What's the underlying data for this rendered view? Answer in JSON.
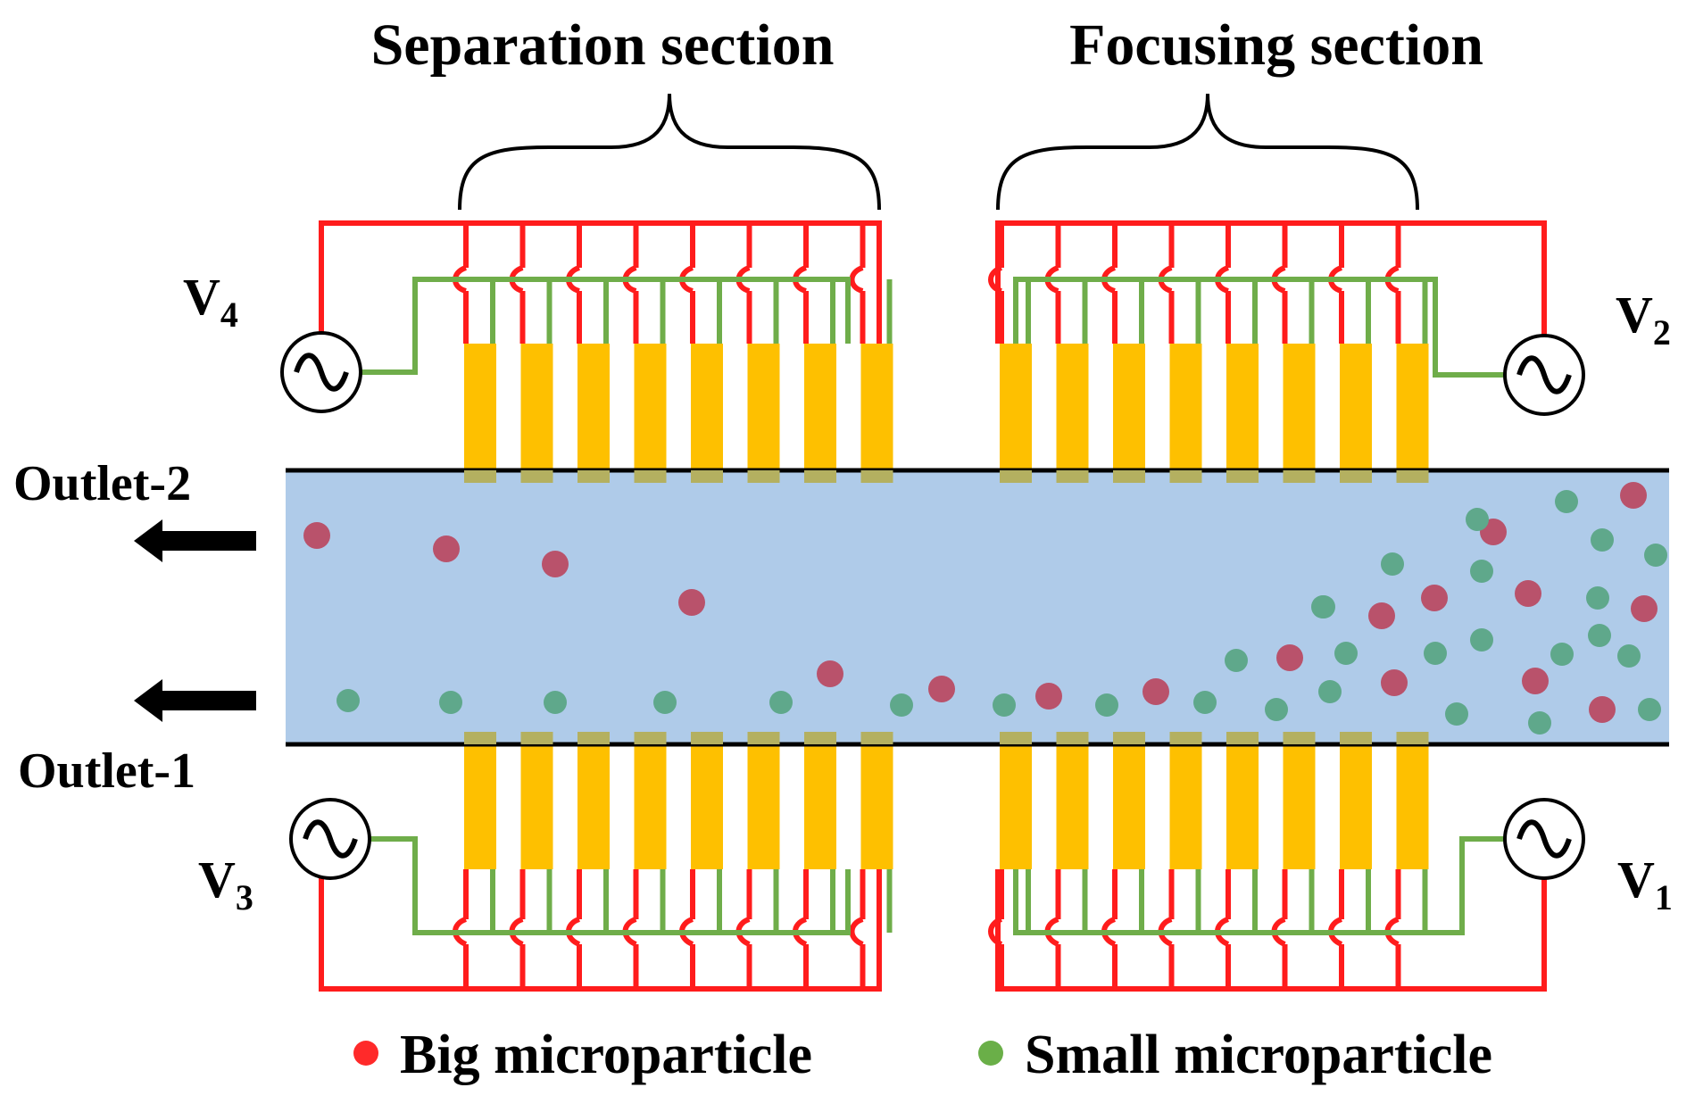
{
  "sections": {
    "separation": "Separation section",
    "focusing": "Focusing section"
  },
  "outlets": {
    "top": "Outlet-2",
    "bottom": "Outlet-1"
  },
  "sources": {
    "v4": {
      "main": "V",
      "sub": "4"
    },
    "v2": {
      "main": "V",
      "sub": "2"
    },
    "v3": {
      "main": "V",
      "sub": "3"
    },
    "v1": {
      "main": "V",
      "sub": "1"
    }
  },
  "legend": {
    "big": "Big microparticle",
    "small": "Small microparticle"
  },
  "icons": {
    "source": "ac-source-icon",
    "arrow": "left-arrow-icon"
  },
  "colors": {
    "channel": "#afcbe9",
    "electrode": "#fec000",
    "red_wire": "#ff1c1c",
    "green_wire": "#6fad4a",
    "big_particle": "#b9526b",
    "small_particle": "#5fa88b",
    "legend_big": "#ff2a2a",
    "legend_small": "#6aaf48"
  }
}
